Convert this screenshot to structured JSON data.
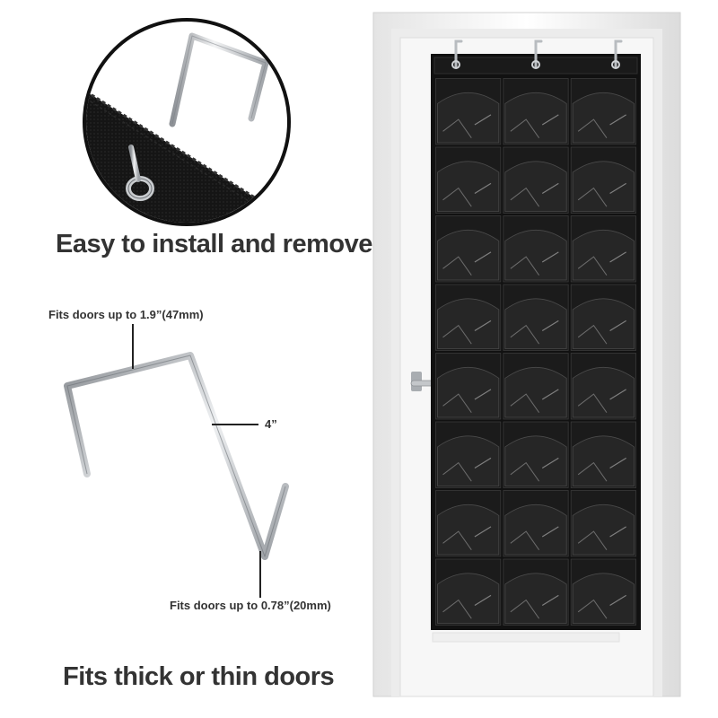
{
  "install": {
    "heading": "Easy to install and remove"
  },
  "dimensions": {
    "top_label": "Fits doors up to 1.9”(47mm)",
    "height_label": "4”",
    "bottom_label": "Fits doors up to 0.78”(20mm)"
  },
  "footer": {
    "heading": "Fits thick or thin doors"
  },
  "organizer": {
    "columns": 3,
    "rows": 8,
    "fabric_color": "#111111",
    "pocket_color": "#1b1b1b"
  },
  "hooks": {
    "count": 3,
    "metal_color": "#b8bcc0"
  },
  "door": {
    "color": "#f7f7f7",
    "handle": "lever-handle"
  }
}
